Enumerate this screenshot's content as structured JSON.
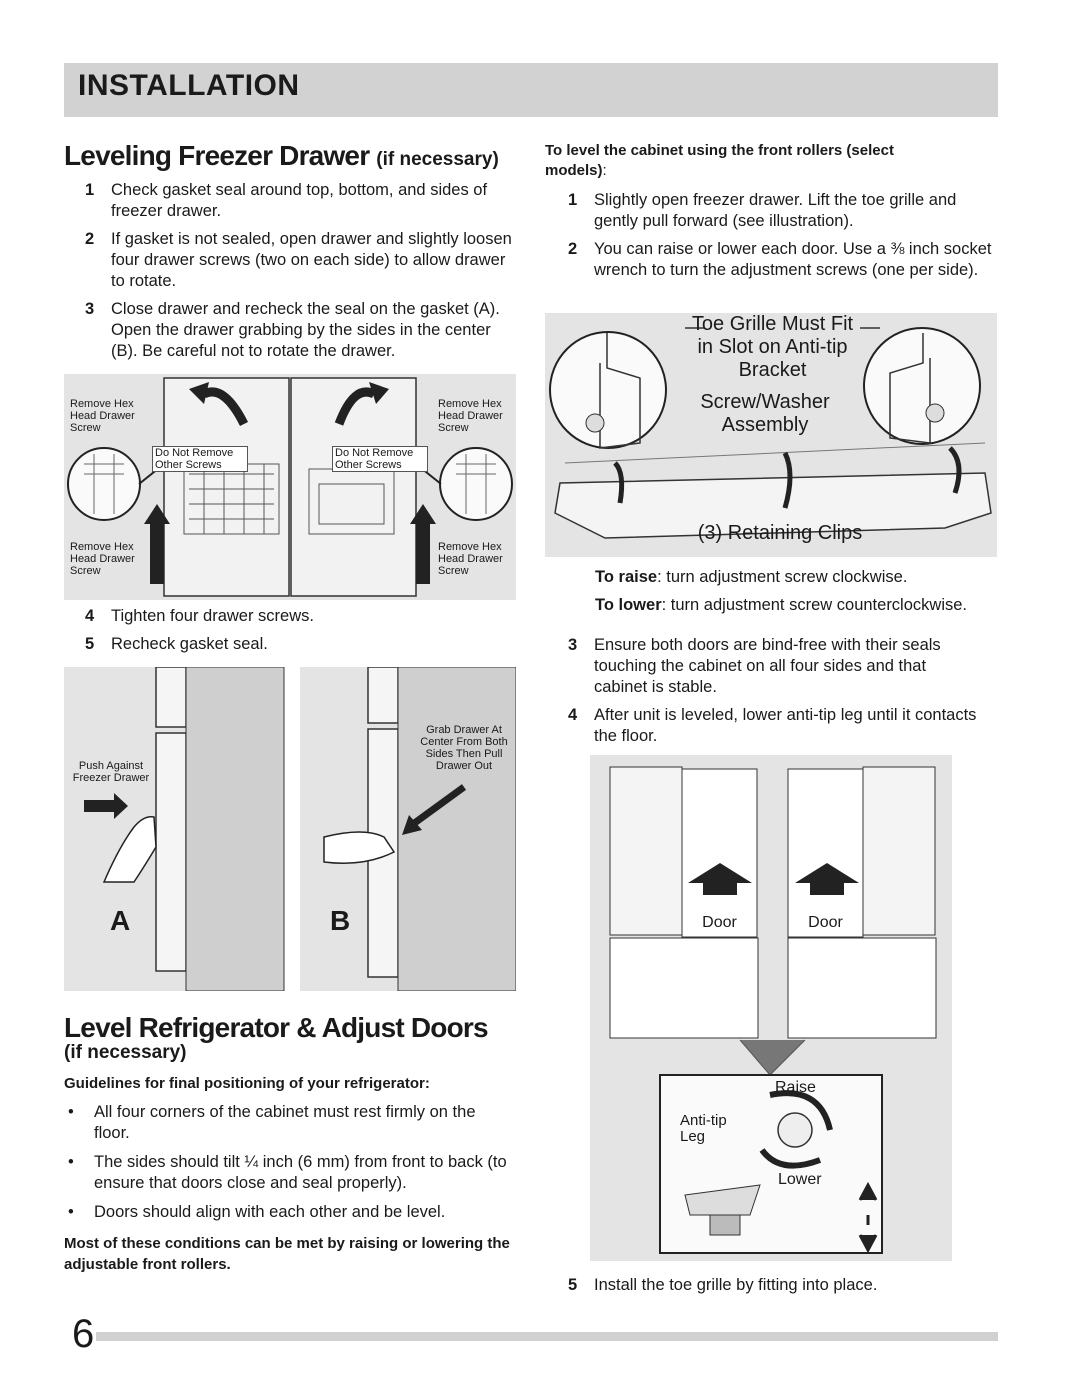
{
  "header": {
    "title": "INSTALLATION"
  },
  "leveling": {
    "title": "Leveling Freezer Drawer",
    "title_suffix": "(if necessary)",
    "steps": [
      {
        "num": "1",
        "text": "Check gasket seal around top, bottom, and sides of freezer drawer."
      },
      {
        "num": "2",
        "text": "If gasket is not sealed, open drawer and slightly loosen four drawer screws (two on each side) to allow drawer to rotate."
      },
      {
        "num": "3",
        "text": "Close drawer and recheck the seal on the gasket (A). Open the drawer grabbing by the sides in the center (B). Be careful not to rotate the drawer."
      }
    ],
    "steps_after": [
      {
        "num": "4",
        "text": "Tighten four drawer screws."
      },
      {
        "num": "5",
        "text": "Recheck gasket seal."
      }
    ],
    "figure_labels": {
      "top_left": "Remove Hex Head Drawer Screw",
      "top_right": "Remove Hex Head Drawer Screw",
      "bottom_left": "Remove Hex Head Drawer Screw",
      "bottom_right": "Remove Hex Head Drawer Screw",
      "do_not_left": "Do Not Remove Other Screws",
      "do_not_right": "Do Not Remove Other Screws"
    },
    "figure_ab": {
      "push_label": "Push Against Freezer Drawer",
      "grab_label": "Grab Drawer At Center From Both Sides Then Pull Drawer Out",
      "letter_a": "A",
      "letter_b": "B"
    }
  },
  "level_fridge": {
    "title": "Level Refrigerator & Adjust Doors",
    "subtitle": "(if necessary)",
    "guidelines_heading": "Guidelines for final positioning of your refrigerator:",
    "bullets": [
      "All four corners of the cabinet must rest firmly on the floor.",
      "The sides should tilt ¼ inch (6 mm) from front to back (to ensure that doors close and seal properly).",
      "Doors should align with each other and be level."
    ],
    "note": "Most of these conditions can be met by raising or lowering the adjustable front rollers."
  },
  "right_col": {
    "heading_bold": "To level the cabinet using the front rollers (select models)",
    "heading_colon": ":",
    "steps": [
      {
        "num": "1",
        "text": "Slightly open freezer drawer. Lift the toe grille and gently pull forward (see illustration)."
      },
      {
        "num": "2",
        "text": "You can raise or lower each door. Use a ⅜ inch socket wrench to turn the adjustment screws (one per side)."
      }
    ],
    "toe_figure": {
      "label1": "Toe Grille Must Fit in Slot on Anti-tip Bracket",
      "label2": "Screw/Washer Assembly",
      "label3": "(3) Retaining Clips"
    },
    "raise_label": "To raise",
    "raise_text": ": turn adjustment screw clockwise.",
    "lower_label": "To lower",
    "lower_text": ": turn adjustment screw counterclockwise.",
    "steps2": [
      {
        "num": "3",
        "text": "Ensure both doors are bind-free with their seals touching the cabinet on all four sides and that cabinet is stable."
      },
      {
        "num": "4",
        "text": "After unit is leveled, lower anti-tip leg until it contacts the floor."
      }
    ],
    "door_figure": {
      "door_left": "Door",
      "door_right": "Door",
      "raise": "Raise",
      "anti_tip": "Anti-tip Leg",
      "lower": "Lower"
    },
    "step5": {
      "num": "5",
      "text": "Install the toe grille by fitting into place."
    }
  },
  "footer": {
    "page_number": "6"
  }
}
